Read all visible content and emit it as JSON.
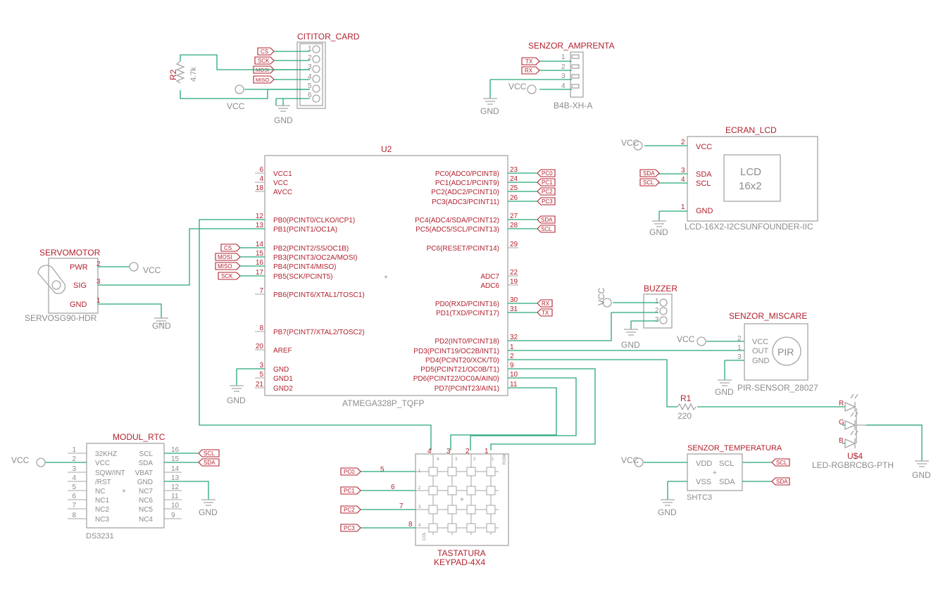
{
  "colors": {
    "wire": "#27a878",
    "part": "#a6a6a6",
    "label": "#b2222f",
    "text": "#8c8c8c"
  },
  "cititor": {
    "name": "CITITOR_CARD",
    "pins": [
      "1",
      "2",
      "3",
      "4",
      "5",
      "6"
    ],
    "labels": [
      "CS",
      "SCK",
      "MOSI",
      "MISO"
    ],
    "vcc": "VCC",
    "gnd": "GND"
  },
  "r2": {
    "name": "R2",
    "value": "4.7k"
  },
  "amprenta": {
    "name": "SENZOR_AMPRENTA",
    "pins": [
      "1",
      "2",
      "3",
      "4"
    ],
    "labels": [
      "TX",
      "RX"
    ],
    "vcc": "VCC",
    "gnd": "GND",
    "value": "B4B-XH-A"
  },
  "lcd": {
    "name": "ECRAN_LCD",
    "pins": [
      "VCC",
      "SDA",
      "SCL",
      "GND"
    ],
    "pinnums": [
      "2",
      "3",
      "4",
      "1"
    ],
    "labels": [
      "SDA",
      "SCL"
    ],
    "screen1": "LCD",
    "screen2": "16x2",
    "value": "LCD-16X2-I2CSUNFOUNDER-IIC",
    "vcc": "VCC",
    "gnd": "GND"
  },
  "mcu": {
    "name": "U2",
    "value": "ATMEGA328P_TQFP",
    "left": [
      {
        "num": "6",
        "name": "VCC1"
      },
      {
        "num": "4",
        "name": "VCC"
      },
      {
        "num": "18",
        "name": "AVCC"
      },
      {
        "num": "12",
        "name": "PB0(PCINT0/CLKO/ICP1)"
      },
      {
        "num": "13",
        "name": "PB1(PCINT1/OC1A)"
      },
      {
        "num": "14",
        "name": "PB2(PCINT2/SS/OC1B)"
      },
      {
        "num": "15",
        "name": "PB3(PCINT3/OC2A/MOSI)"
      },
      {
        "num": "16",
        "name": "PB4(PCINT4/MISO)"
      },
      {
        "num": "17",
        "name": "PB5(SCK/PCINT5)"
      },
      {
        "num": "7",
        "name": "PB6(PCINT6/XTAL1/TOSC1)"
      },
      {
        "num": "8",
        "name": "PB7(PCINT7/XTAL2/TOSC2)"
      },
      {
        "num": "20",
        "name": "AREF"
      },
      {
        "num": "3",
        "name": "GND"
      },
      {
        "num": "5",
        "name": "GND1"
      },
      {
        "num": "21",
        "name": "GND2"
      }
    ],
    "right": [
      {
        "num": "23",
        "name": "PC0(ADC0/PCINT8)"
      },
      {
        "num": "24",
        "name": "PC1(ADC1/PCINT9)"
      },
      {
        "num": "25",
        "name": "PC2(ADC2/PCINT10)"
      },
      {
        "num": "26",
        "name": "PC3(ADC3/PCINT11)"
      },
      {
        "num": "27",
        "name": "PC4(ADC4/SDA/PCINT12)"
      },
      {
        "num": "28",
        "name": "PC5(ADC5/SCL/PCINT13)"
      },
      {
        "num": "29",
        "name": "PC6(RESET/PCINT14)"
      },
      {
        "num": "22",
        "name": "ADC7"
      },
      {
        "num": "19",
        "name": "ADC6"
      },
      {
        "num": "30",
        "name": "PD0(RXD/PCINT16)"
      },
      {
        "num": "31",
        "name": "PD1(TXD/PCINT17)"
      },
      {
        "num": "32",
        "name": "PD2(INT0/PCINT18)"
      },
      {
        "num": "1",
        "name": "PD3(PCINT19/OC2B/INT1)"
      },
      {
        "num": "2",
        "name": "PD4(PCINT20/XCK/T0)"
      },
      {
        "num": "9",
        "name": "PD5(PCINT21/OC0B/T1)"
      },
      {
        "num": "10",
        "name": "PD6(PCINT22/OC0A/AIN0)"
      },
      {
        "num": "11",
        "name": "PD7(PCINT23/AIN1)"
      }
    ],
    "leftLabels": [
      "CS",
      "MOSI",
      "MISO",
      "SCK"
    ],
    "rightLabels": [
      "PC0",
      "PC1",
      "PC2",
      "PC3",
      "SDA",
      "SCL",
      "RX",
      "TX"
    ],
    "gnd": "GND"
  },
  "servo": {
    "name": "SERVOMOTOR",
    "pins": [
      "PWR",
      "SIG",
      "GND"
    ],
    "pinnums": [
      "2",
      "3",
      "1"
    ],
    "value": "SERVOSG90-HDR",
    "vcc": "VCC",
    "gnd": "GND"
  },
  "buzzer": {
    "name": "BUZZER",
    "pins": [
      "1",
      "2",
      "3"
    ],
    "vcc": "VCC",
    "gnd": "GND"
  },
  "pir": {
    "name": "SENZOR_MISCARE",
    "pins": [
      "VCC",
      "OUT",
      "GND"
    ],
    "pinnums": [
      "2",
      "1",
      "3"
    ],
    "body": "PIR",
    "value": "PIR-SENSOR_28027",
    "vcc": "VCC",
    "gnd": "GND"
  },
  "r1": {
    "name": "R1",
    "value": "220"
  },
  "led": {
    "name": "U$4",
    "pins": [
      "R",
      "G",
      "B"
    ],
    "value": "LED-RGBRCBG-PTH",
    "gnd": "GND"
  },
  "rtc": {
    "name": "MODUL_RTC",
    "value": "DS3231",
    "left": [
      {
        "num": "1",
        "name": "32KHZ"
      },
      {
        "num": "2",
        "name": "VCC"
      },
      {
        "num": "3",
        "name": "SQW/INT"
      },
      {
        "num": "4",
        "name": "/RST"
      },
      {
        "num": "5",
        "name": "NC"
      },
      {
        "num": "6",
        "name": "NC1"
      },
      {
        "num": "7",
        "name": "NC2"
      },
      {
        "num": "8",
        "name": "NC3"
      }
    ],
    "right": [
      {
        "num": "16",
        "name": "SCL"
      },
      {
        "num": "15",
        "name": "SDA"
      },
      {
        "num": "14",
        "name": "VBAT"
      },
      {
        "num": "13",
        "name": "GND"
      },
      {
        "num": "12",
        "name": "NC7"
      },
      {
        "num": "11",
        "name": "NC6"
      },
      {
        "num": "10",
        "name": "NC5"
      },
      {
        "num": "9",
        "name": "NC4"
      }
    ],
    "labels": [
      "SCL",
      "SDA"
    ],
    "vcc": "VCC",
    "gnd": "GND"
  },
  "keypad": {
    "name": "TASTATURA",
    "value": "KEYPAD-4X4",
    "topPins": [
      "4",
      "3",
      "2",
      "1"
    ],
    "leftPins": [
      "5",
      "6",
      "7",
      "8"
    ],
    "labels": [
      "PC0",
      "PC1",
      "PC2",
      "PC3"
    ],
    "inner": {
      "row": "ROW",
      "col": "COL",
      "top": [
        "4",
        "3",
        "2",
        "1"
      ],
      "left": [
        "1",
        "2",
        "3",
        "4"
      ]
    }
  },
  "temp": {
    "name": "SENZOR_TEMPERATURA",
    "pins": [
      "VDD",
      "VSS",
      "SCL",
      "SDA"
    ],
    "labels": [
      "SCL",
      "SDA"
    ],
    "value": "SHTC3",
    "vcc": "VCC",
    "gnd": "GND"
  }
}
